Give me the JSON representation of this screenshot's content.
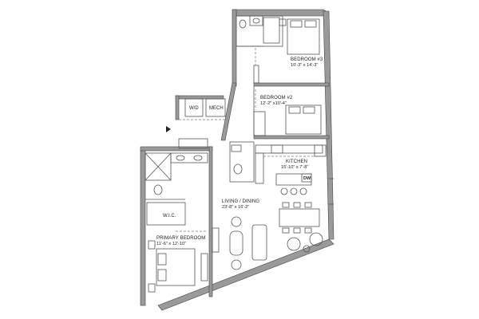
{
  "rooms": {
    "bedroom3": {
      "name": "BEDROOM #3",
      "dims": "10'-3\" x 14'-3\""
    },
    "bedroom2": {
      "name": "BEDROOM #2",
      "dims": "12'-2\" x10'-4\""
    },
    "kitchen": {
      "name": "KITCHEN",
      "dims": "15'-10\" x 7'-8\""
    },
    "living": {
      "name": "LIVING / DINING",
      "dims": "23'-8\" x 16'-2\""
    },
    "primary": {
      "name": "PRIMARY BEDROOM",
      "dims": "11'-6\" x 12'-10\""
    }
  },
  "labels": {
    "wd": "W/D",
    "mech": "MECH",
    "wic": "W.I.C.",
    "dw": "DW"
  },
  "colors": {
    "wall": "#9a9a9a",
    "wall_outline": "#444444",
    "line": "#555555",
    "door_dash": "#777777",
    "background": "#ffffff"
  },
  "icons": {
    "entry": "entry-arrow-icon"
  }
}
